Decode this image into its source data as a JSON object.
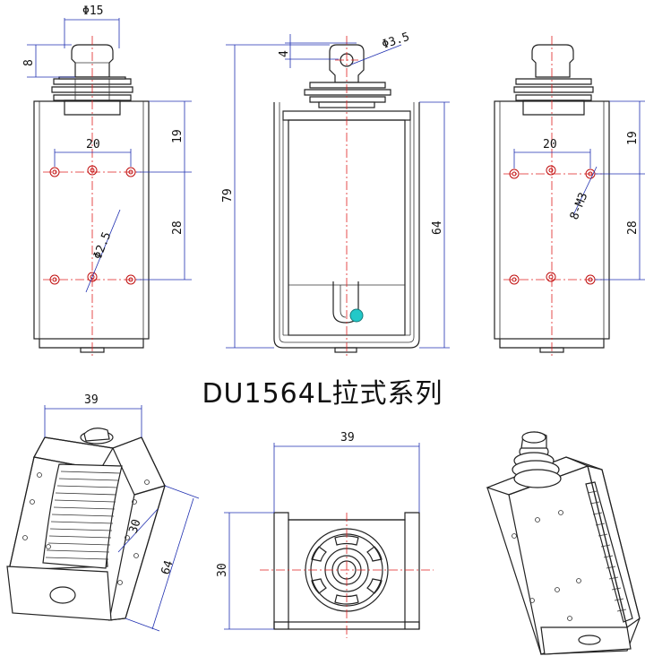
{
  "title": "DU1564L拉式系列",
  "dimensions": {
    "front": {
      "diameter_shaft": "Φ15",
      "shaft_len": "8",
      "hole_spacing": "20",
      "top_offset": "19",
      "hole_pitch": "28",
      "hole_dia": "Φ2.5"
    },
    "side": {
      "pin_hole": "Φ3.5",
      "pin_offset": "4",
      "overall_height": "79",
      "body_height": "64"
    },
    "back": {
      "hole_spacing": "20",
      "top_offset": "19",
      "hole_pitch": "28",
      "thread": "8-M3"
    },
    "iso_left": {
      "width": "39",
      "height": "64",
      "depth": "30"
    },
    "bottom": {
      "width": "39",
      "height": "30"
    }
  },
  "colors": {
    "dimension": "#1f2fb0",
    "centerline": "#e02020",
    "plunger_dot": "#22c8c8",
    "outline": "#222222"
  }
}
